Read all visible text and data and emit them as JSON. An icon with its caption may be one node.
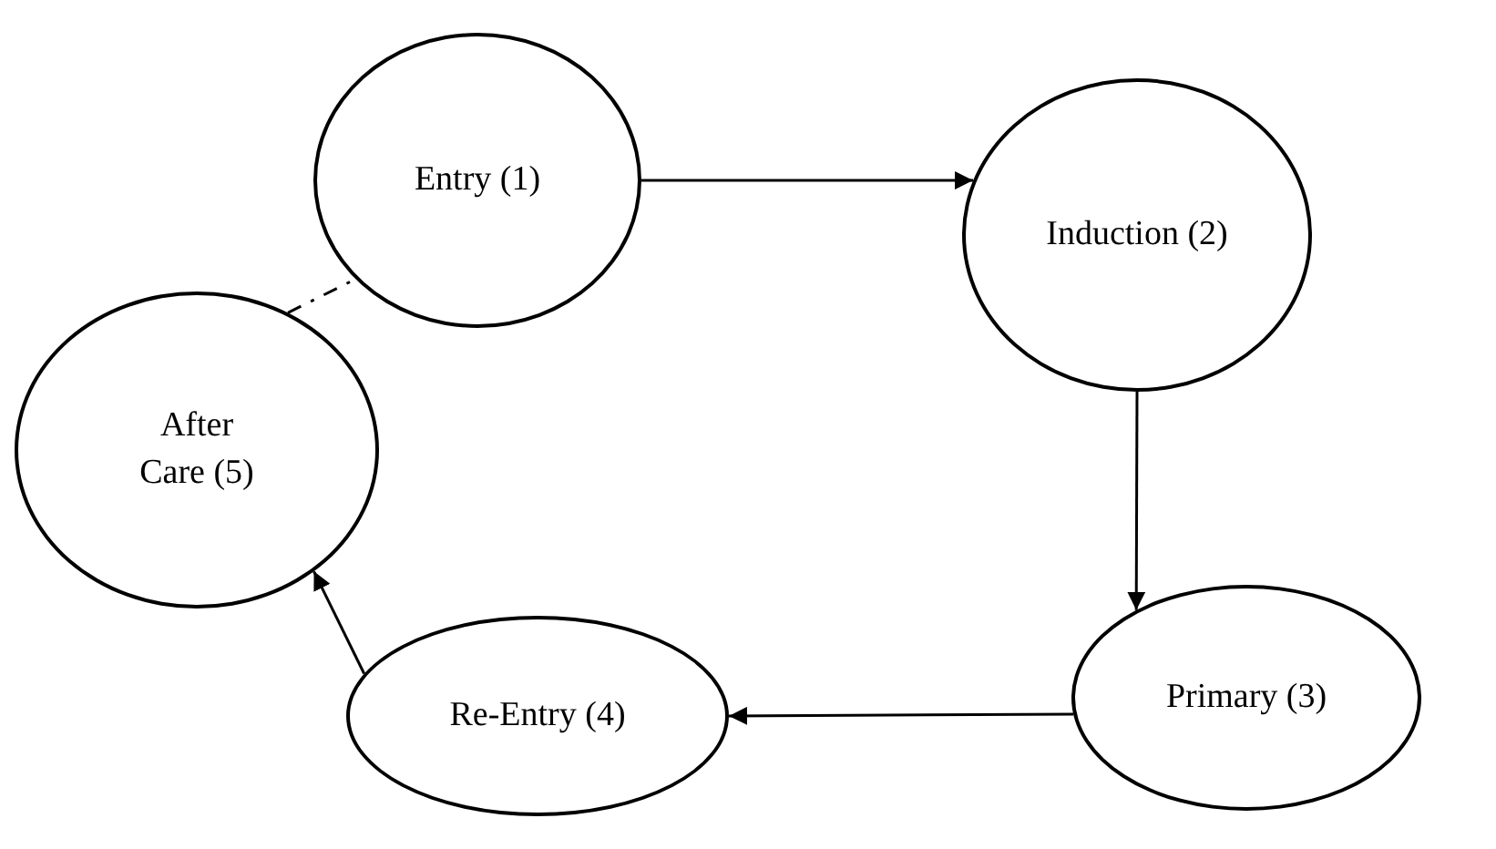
{
  "diagram": {
    "nodes": [
      {
        "text": [
          "Entry (1)"
        ]
      },
      {
        "text": [
          "Induction (2)"
        ]
      },
      {
        "text": [
          "Primary (3)"
        ]
      },
      {
        "text": [
          "Re-Entry (4)"
        ]
      },
      {
        "text": [
          "After Care (5)"
        ]
      }
    ],
    "edges": [
      {
        "from": 0,
        "to": 1,
        "arrow": "to"
      },
      {
        "from": 1,
        "to": 2,
        "arrow": "to"
      },
      {
        "from": 2,
        "to": 3,
        "arrow": "to"
      },
      {
        "from": 3,
        "to": 4,
        "arrow": "to"
      },
      {
        "from": 4,
        "to": 0,
        "arrow": "none",
        "style": "dashed"
      }
    ]
  }
}
